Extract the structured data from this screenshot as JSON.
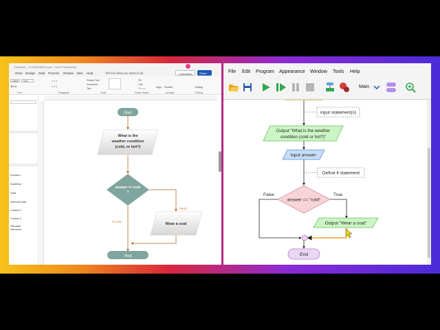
{
  "visio": {
    "title": "Drawing1 - FLOWCHART.vsdx - Visio Professional",
    "menu": [
      "Draw",
      "Design",
      "Data",
      "Process",
      "Review",
      "View",
      "Help"
    ],
    "tell_me": "Tell me what you want to do",
    "comments": "Comments",
    "share": "Share",
    "ribbon": {
      "font_name": "Calibri",
      "font_size": "12pt.",
      "pointer_tool": "Pointer Tool",
      "connector": "Connector",
      "text": "Text",
      "fill": "Fill",
      "line": "Line",
      "effects": "Effects",
      "align": "Align",
      "position": "Position",
      "editing": "Editing",
      "groups": [
        "Font",
        "Paragraph",
        "Tools",
        "Shape Styles",
        "Arrange",
        "Editing"
      ]
    },
    "shapes_panel": [
      "Decision",
      "Start/End",
      "Data",
      "External Data",
      "Custom 2",
      "Custom 4",
      "Off-page reference"
    ],
    "flowchart": {
      "start": "Start",
      "question_l1": "What is the",
      "question_l2": "weather condition",
      "question_l3": "(cold, or hot?)",
      "decision_l1": "answer == cold",
      "decision_l2": "?",
      "true_label": "TRUE",
      "false_label": "FALSE",
      "output": "Wear a coat",
      "stop": "Stop"
    }
  },
  "flow": {
    "menu": [
      "File",
      "Edit",
      "Program",
      "Appearance",
      "Window",
      "Tools",
      "Help"
    ],
    "function_select": "Main",
    "comment_input": "input statement(s)",
    "output_l1": "Output \"What is the weather",
    "output_l2": "condition (cold or hot?)\"",
    "input": "Input answer",
    "comment_define": "Define if statement",
    "decision": "answer == \"cold\"",
    "false_label": "False",
    "true_label": "True",
    "output_coat": "Output \"Wear a coat\"",
    "end": "End"
  }
}
